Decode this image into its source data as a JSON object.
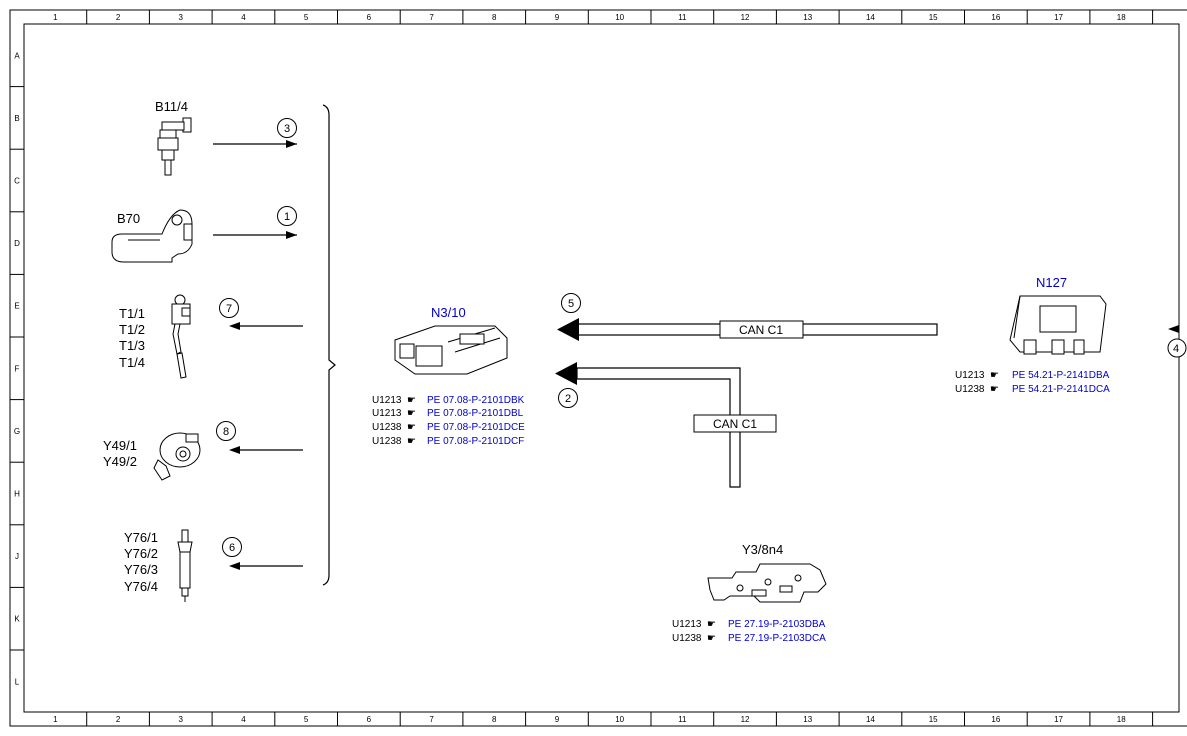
{
  "ruler": {
    "columns": [
      "1",
      "2",
      "3",
      "4",
      "5",
      "6",
      "7",
      "8",
      "9",
      "10",
      "11",
      "12",
      "13",
      "14",
      "15",
      "16",
      "17",
      "18"
    ],
    "rows": [
      "A",
      "B",
      "C",
      "D",
      "E",
      "F",
      "G",
      "H",
      "J",
      "K",
      "L"
    ]
  },
  "colors": {
    "line": "#000000",
    "link": "#0000cc",
    "background": "#ffffff"
  },
  "sensors": {
    "b11_4": {
      "label": "B11/4",
      "circle": "3"
    },
    "b70": {
      "label": "B70",
      "circle": "1"
    },
    "t1": {
      "labels": [
        "T1/1",
        "T1/2",
        "T1/3",
        "T1/4"
      ],
      "circle": "7"
    },
    "y49": {
      "labels": [
        "Y49/1",
        "Y49/2"
      ],
      "circle": "8"
    },
    "y76": {
      "labels": [
        "Y76/1",
        "Y76/2",
        "Y76/3",
        "Y76/4"
      ],
      "circle": "6"
    }
  },
  "n3_10": {
    "label": "N3/10",
    "refs": [
      {
        "code": "U1213",
        "link": "PE 07.08-P-2101DBK"
      },
      {
        "code": "U1213",
        "link": "PE 07.08-P-2101DBL"
      },
      {
        "code": "U1238",
        "link": "PE 07.08-P-2101DCE"
      },
      {
        "code": "U1238",
        "link": "PE 07.08-P-2101DCF"
      }
    ]
  },
  "n127": {
    "label": "N127",
    "refs": [
      {
        "code": "U1213",
        "link": "PE 54.21-P-2141DBA"
      },
      {
        "code": "U1238",
        "link": "PE 54.21-P-2141DCA"
      }
    ]
  },
  "y3_8n4": {
    "label": "Y3/8n4",
    "refs": [
      {
        "code": "U1213",
        "link": "PE 27.19-P-2103DBA"
      },
      {
        "code": "U1238",
        "link": "PE 27.19-P-2103DCA"
      }
    ]
  },
  "can": {
    "top_label": "CAN C1",
    "bottom_label": "CAN C1",
    "circle_top": "5",
    "circle_bottom": "2",
    "circle_edge": "4"
  }
}
